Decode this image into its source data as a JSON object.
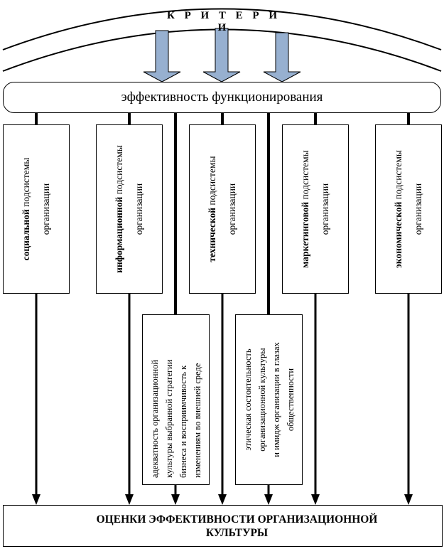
{
  "criteria": {
    "title": "К Р И Т Е Р И И"
  },
  "efficiency": {
    "label": "эффективность функционирования"
  },
  "subsystems": [
    {
      "bold": "социальной",
      "rest": " подсистемы",
      "line2": "организации"
    },
    {
      "bold": "информационной",
      "rest": " подсистемы",
      "line2": "организации"
    },
    {
      "bold": "технической",
      "rest": " подсистемы",
      "line2": "организации"
    },
    {
      "bold": "маркетинговой",
      "rest": " подсистемы",
      "line2": "организации"
    },
    {
      "bold": "экономической",
      "rest": " подсистемы",
      "line2": "организации"
    }
  ],
  "lower_boxes": [
    {
      "lines": [
        "адекватность организационной",
        "культуры выбранной стратегии",
        "бизнеса и восприимчивость к",
        "изменениям во внешней среде"
      ]
    },
    {
      "lines": [
        "этическая состоятельность",
        "организационной культуры",
        "и имидж организации в глазах",
        "общественности"
      ]
    }
  ],
  "result": {
    "line1": "ОЦЕНКИ ЭФФЕКТИВНОСТИ ОРГАНИЗАЦИОННОЙ",
    "line2": "КУЛЬТУРЫ"
  },
  "colors": {
    "arrow_fill": "#97B0D0",
    "line": "#000000"
  }
}
